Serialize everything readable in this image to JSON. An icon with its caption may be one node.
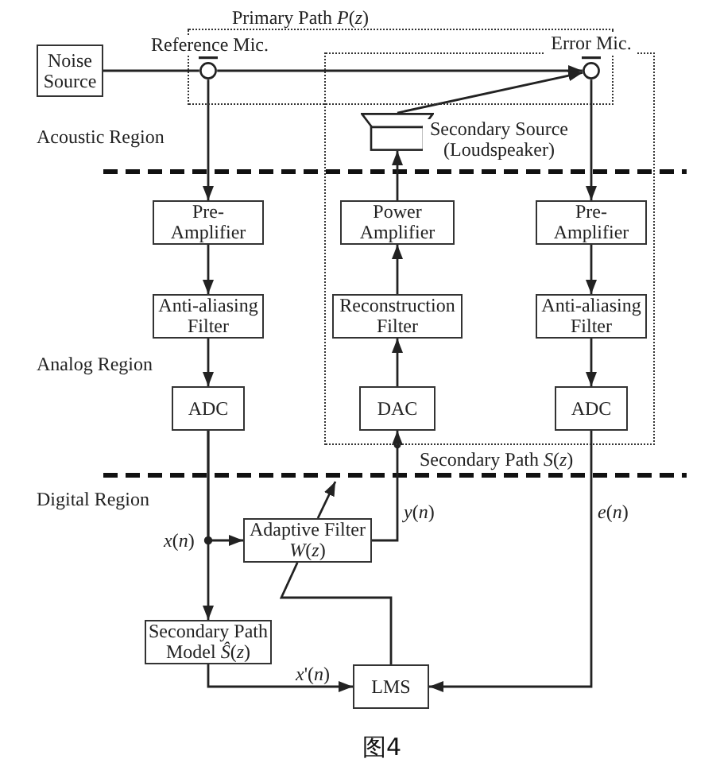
{
  "diagram": {
    "caption": "图4",
    "nodes": [
      {
        "text": [
          "Primary Path *P*(*z*)"
        ]
      },
      {
        "text": [
          "Noise Source"
        ]
      },
      {
        "text": [],
        "shape": "microphone",
        "beside": [
          "Reference Mic."
        ],
        "in": 0
      },
      {
        "text": [],
        "shape": "microphone",
        "beside": [
          "Error Mic."
        ]
      },
      {
        "text": [
          "Secondary Path *S*(*z*)"
        ]
      },
      {
        "text": [],
        "shape": "speaker",
        "beside": [
          "Secondary Source (Loudspeaker)"
        ],
        "in": 4
      },
      {
        "text": [
          "Pre-Amplifier"
        ]
      },
      {
        "text": [
          "Power Amplifier"
        ],
        "in": 4
      },
      {
        "text": [
          "Pre-Amplifier"
        ],
        "in": 4
      },
      {
        "text": [
          "Anti-aliasing Filter"
        ]
      },
      {
        "text": [
          "Reconstruction Filter"
        ],
        "in": 4
      },
      {
        "text": [
          "Anti-aliasing Filter"
        ],
        "in": 4
      },
      {
        "text": [
          "ADC"
        ]
      },
      {
        "text": [
          "DAC"
        ],
        "in": 4
      },
      {
        "text": [
          "ADC"
        ],
        "in": 4
      },
      {
        "text": [
          "Adaptive Filter *W*(*z*)"
        ]
      },
      {
        "text": [
          "Secondary Path Model *Ŝ*(*z*)"
        ]
      },
      {
        "text": [
          "LMS"
        ]
      }
    ],
    "edges": [
      {
        "from": 1,
        "to": 2,
        "arrow": "none"
      },
      {
        "from": 2,
        "to": 3,
        "arrow": "to"
      },
      {
        "from": 5,
        "to": 3,
        "arrow": "to"
      },
      {
        "from": 2,
        "to": 6,
        "arrow": "to"
      },
      {
        "from": 3,
        "to": 8,
        "arrow": "to"
      },
      {
        "from": 7,
        "to": 5,
        "arrow": "to"
      },
      {
        "from": 6,
        "to": 9,
        "arrow": "to"
      },
      {
        "from": 10,
        "to": 7,
        "arrow": "to"
      },
      {
        "from": 8,
        "to": 11,
        "arrow": "to"
      },
      {
        "from": 9,
        "to": 12,
        "arrow": "to"
      },
      {
        "from": 13,
        "to": 10,
        "arrow": "to"
      },
      {
        "from": 11,
        "to": 14,
        "arrow": "to"
      },
      {
        "from": 12,
        "to": 15,
        "arrow": "to",
        "label": "*x*(*n*)"
      },
      {
        "from": 12,
        "to": 16,
        "arrow": "to"
      },
      {
        "from": 15,
        "to": 13,
        "arrow": "to",
        "label": "*y*(*n*)"
      },
      {
        "from": 14,
        "to": 17,
        "arrow": "to",
        "label": "*e*(*n*)"
      },
      {
        "from": 16,
        "to": 17,
        "arrow": "to",
        "label": "*x*'(*n*)"
      },
      {
        "from": 17,
        "to": 15,
        "arrow": "none"
      }
    ],
    "labels": [
      "Acoustic Region",
      "Analog Region",
      "Digital Region"
    ]
  }
}
